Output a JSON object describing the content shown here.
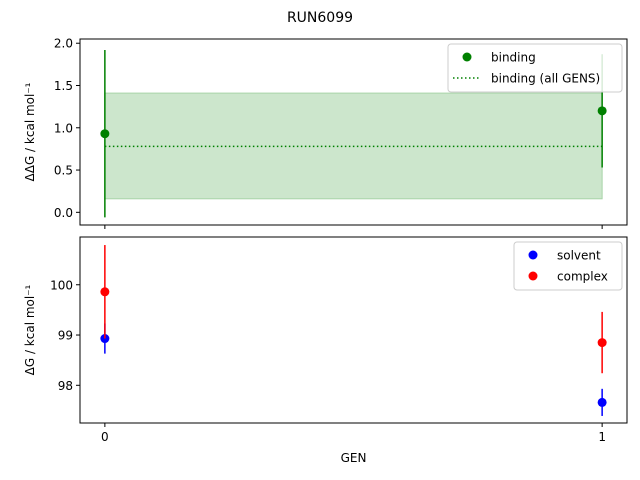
{
  "chart_data": [
    {
      "type": "scatter",
      "title": "RUN6099",
      "xlabel": "",
      "ylabel": "ΔΔG / kcal mol⁻¹",
      "x": [
        0,
        1
      ],
      "xticks": [
        0,
        1
      ],
      "xtick_labels": [
        "",
        ""
      ],
      "xlim": [
        -0.05,
        1.05
      ],
      "ylim": [
        -0.15,
        2.05
      ],
      "yticks": [
        0.0,
        0.5,
        1.0,
        1.5,
        2.0
      ],
      "ytick_labels": [
        "0.0",
        "0.5",
        "1.0",
        "1.5",
        "2.0"
      ],
      "series": [
        {
          "name": "binding",
          "color": "#008000",
          "marker": "circle",
          "values": [
            0.93,
            1.2
          ],
          "errors": [
            0.99,
            0.67
          ]
        }
      ],
      "reference": {
        "name": "binding (all GENS)",
        "color": "#008000",
        "linestyle": "dotted",
        "value": 0.78,
        "band": [
          0.16,
          1.41
        ],
        "band_color": "#cce6cc"
      },
      "legend": "top-right",
      "grid": false
    },
    {
      "type": "scatter",
      "xlabel": "GEN",
      "ylabel": "ΔG / kcal mol⁻¹",
      "x": [
        0,
        1
      ],
      "xticks": [
        0,
        1
      ],
      "xtick_labels": [
        "0",
        "1"
      ],
      "xlim": [
        -0.05,
        1.05
      ],
      "ylim": [
        97.25,
        100.95
      ],
      "yticks": [
        98,
        99,
        100
      ],
      "ytick_labels": [
        "98",
        "99",
        "100"
      ],
      "series": [
        {
          "name": "solvent",
          "color": "#0000ff",
          "marker": "circle",
          "values": [
            98.93,
            97.66
          ],
          "errors": [
            0.3,
            0.27
          ]
        },
        {
          "name": "complex",
          "color": "#ff0000",
          "marker": "circle",
          "values": [
            99.86,
            98.85
          ],
          "errors": [
            0.93,
            0.61
          ]
        }
      ],
      "legend": "top-right",
      "grid": false
    }
  ]
}
